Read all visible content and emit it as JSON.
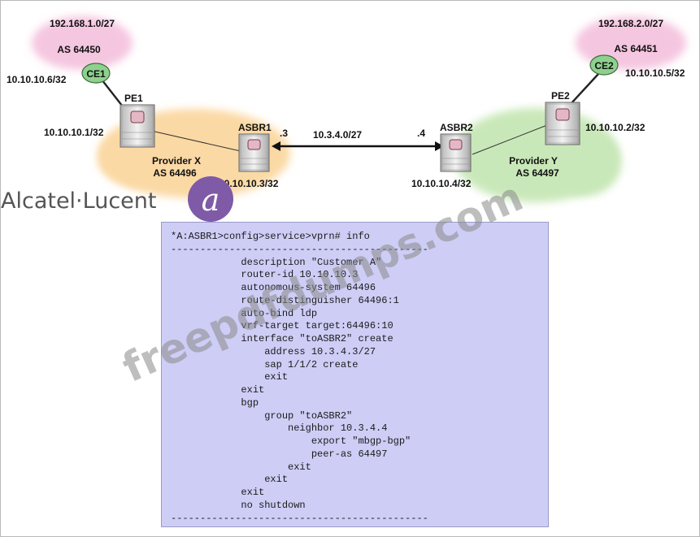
{
  "nodes": {
    "ce1": "CE1",
    "ce2": "CE2",
    "pe1": "PE1",
    "pe2": "PE2",
    "asbr1": "ASBR1",
    "asbr2": "ASBR2"
  },
  "clouds": {
    "customer_left": {
      "subnet": "192.168.1.0/27",
      "as": "AS 64450"
    },
    "customer_right": {
      "subnet": "192.168.2.0/27",
      "as": "AS 64451"
    },
    "provider_x": {
      "name": "Provider X",
      "as": "AS 64496"
    },
    "provider_y": {
      "name": "Provider Y",
      "as": "AS 64497"
    }
  },
  "addresses": {
    "ce1": "10.10.10.6/32",
    "ce2": "10.10.10.5/32",
    "pe1": "10.10.10.1/32",
    "pe2": "10.10.10.2/32",
    "asbr1": "10.10.10.3/32",
    "asbr2": "10.10.10.4/32"
  },
  "link": {
    "subnet": "10.3.4.0/27",
    "asbr1_end": ".3",
    "asbr2_end": ".4"
  },
  "logo": {
    "text": "Alcatel·Lucent",
    "mark": "a"
  },
  "watermark": "freepdfdumps.com",
  "config": {
    "lines": [
      "*A:ASBR1>config>service>vprn# info",
      "--------------------------------------------",
      "            description \"Customer A\"",
      "            router-id 10.10.10.3",
      "            autonomous-system 64496",
      "            route-distinguisher 64496:1",
      "            auto-bind ldp",
      "            vrf-target target:64496:10",
      "            interface \"toASBR2\" create",
      "                address 10.3.4.3/27",
      "                sap 1/1/2 create",
      "                exit",
      "            exit",
      "            bgp",
      "                group \"toASBR2\"",
      "                    neighbor 10.3.4.4",
      "                        export \"mbgp-bgp\"",
      "                        peer-as 64497",
      "                    exit",
      "                exit",
      "            exit",
      "            no shutdown",
      "--------------------------------------------"
    ]
  },
  "colors": {
    "customer_cloud": "#f5c6e0",
    "provider_x_cloud": "#fbd9a4",
    "provider_y_cloud": "#c9e8b9",
    "ce_router": "#8fd08f",
    "config_bg": "#cdcdf6",
    "logo_mark": "#7f5aa6"
  }
}
